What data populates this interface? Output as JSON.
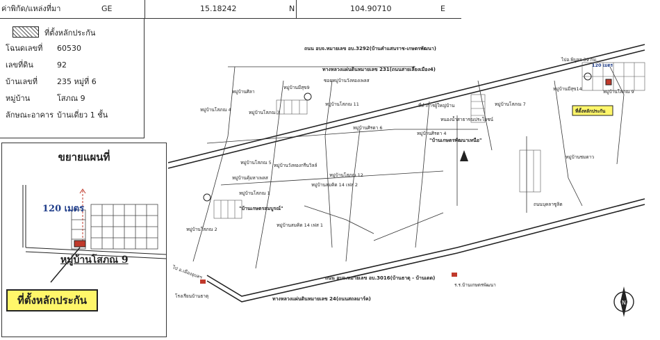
{
  "coordinates": {
    "label": "ค่าพิกัด/แหล่งที่มา",
    "system": "GE",
    "lat": "15.18242",
    "lat_dir": "N",
    "lon": "104.90710",
    "lon_dir": "E"
  },
  "info": {
    "legend_label": "ที่ตั้งหลักประกัน",
    "rows": [
      {
        "key": "โฉนดเลขที่",
        "value": "60530"
      },
      {
        "key": "เลขที่ดิน",
        "value": "92"
      },
      {
        "key": "บ้านเลขที่",
        "value": "235 หมู่ที่ 6"
      },
      {
        "key": "หมู่บ้าน",
        "value": "โสภณ 9"
      },
      {
        "key": "ลักษณะอาคาร",
        "value": "บ้านเดี่ยว 1 ชั้น"
      }
    ]
  },
  "inset": {
    "title": "ขยายแผนที่",
    "distance": "120 เมตร",
    "village": "หมู่บ้านโสภณ 9",
    "callout": "ที่ตั้งหลักประกัน"
  },
  "map": {
    "labels": [
      "ถนน อบจ.หมายเลข อบ.3292(บ้านคำแสนราช-เกษตรพัฒนา)",
      "ทางหลวงแผ่นดินหมายเลข 231(ถนนสายเลี่ยงเมือง4)",
      "ซอยหมู่บ้านวังทองเพลส",
      "หมู่บ้านศิลา",
      "หมู่บ้านมีสุข9",
      "หมู่บ้านโสภณ 3",
      "หมู่บ้านโสภณ 11",
      "หมู่บ้านโสภณ 4",
      "หมู่บ้านศิรดา 6",
      "ที่ทำการผู้ใหญ่บ้าน",
      "หนองน้ำสาธารณประโยชน์",
      "หมู่บ้านโสภณ 7",
      "หมู่บ้านศิรดา 4",
      "\"บ้านเกษตรพัฒนาเหนือ\"",
      "หมู่บ้านมีสุข14",
      "หมู่บ้านโสภณ 9",
      "หมู่บ้านชมดาว",
      "หมู่บ้านโสภณ 5",
      "หมู่บ้านวังทองกรีนวิลล์",
      "หมู่บ้านคุ้มหาเพลส",
      "หมู่บ้านโสภณ 12",
      "หมู่บ้านสมคิด 14 เฟส 2",
      "หมู่บ้านโสภณ 1",
      "\"บ้านเกษตรสมบูรณ์\"",
      "หมู่บ้านโสภณ 2",
      "หมู่บ้านสมคิด 14 เฟส 1",
      "ถนนบุคลาซูลิต",
      "ถนน อบจ.หมายเลข อบ.3016(บ้านธาตุ - บ้านเดด)",
      "ทางหลวงแผ่นดินหมายเลข 24(ถนนสถลมาร์ค)",
      "โรงเรียนบ้านธาตุ",
      "ร.ร.บ้านเกษตรพัฒนา",
      "ที่ตั้งหลักประกัน",
      "120 เมตร"
    ],
    "roads": {
      "north_dir": "ไปอ.พิบูลฯ 39 กม.",
      "to_city": "ไป อ.เมืองอุบลฯ"
    }
  },
  "colors": {
    "callout": "#fff66a",
    "road": "#222222"
  }
}
